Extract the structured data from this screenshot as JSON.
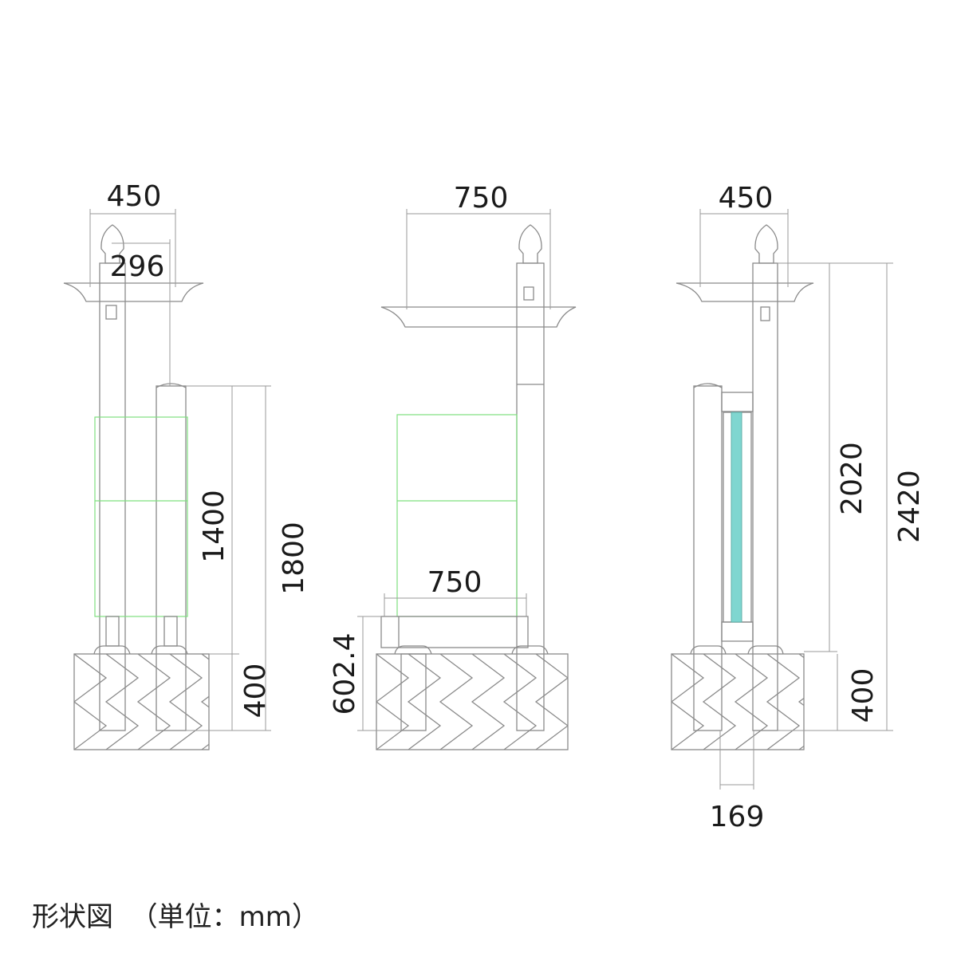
{
  "caption": {
    "title": "形状図",
    "unit": "（単位：mm）"
  },
  "views": {
    "left": {
      "width_top": "450",
      "width_inner": "296",
      "height_post": "1400",
      "height_total": "1800",
      "depth_base": "400"
    },
    "middle": {
      "width_top": "750",
      "width_bench": "750",
      "height_bench": "602.4"
    },
    "right": {
      "width_top": "450",
      "height_main": "2020",
      "height_total": "2420",
      "depth_base": "400",
      "post_gap": "169"
    }
  },
  "colors": {
    "line": "#8a8a8a",
    "green_panel": "#7ee07e",
    "glass": "#7fd6d0"
  }
}
